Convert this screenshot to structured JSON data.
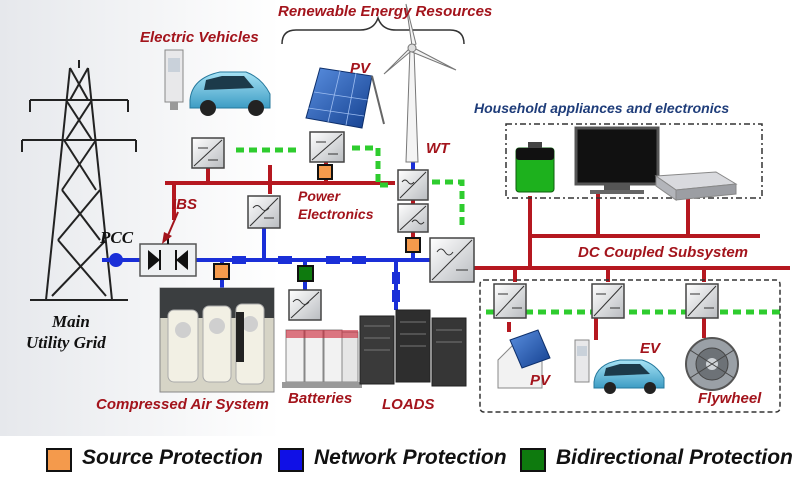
{
  "labels": {
    "electric_vehicles": "Electric Vehicles",
    "renewable": "Renewable Energy Resources",
    "pv_top": "PV",
    "wt": "WT",
    "household": "Household appliances and electronics",
    "ibs": "IBS",
    "pcc": "PCC",
    "power_electronics_1": "Power",
    "power_electronics_2": "Electronics",
    "dc_coupled": "DC Coupled Subsystem",
    "main_grid_1": "Main",
    "main_grid_2": "Utility Grid",
    "compressed_air": "Compressed Air System",
    "batteries": "Batteries",
    "loads": "LOADS",
    "pv_bottom": "PV",
    "ev": "EV",
    "flywheel": "Flywheel"
  },
  "legend": [
    {
      "label": "Source Protection",
      "color": "#f49a4c"
    },
    {
      "label": "Network Protection",
      "color": "#1010e6"
    },
    {
      "label": "Bidirectional Protection",
      "color": "#0e7a0e"
    }
  ],
  "colors": {
    "ac_bus": "#b51820",
    "network_line": "#1a2fd8",
    "dc_dotted": "#2ecc2e"
  }
}
